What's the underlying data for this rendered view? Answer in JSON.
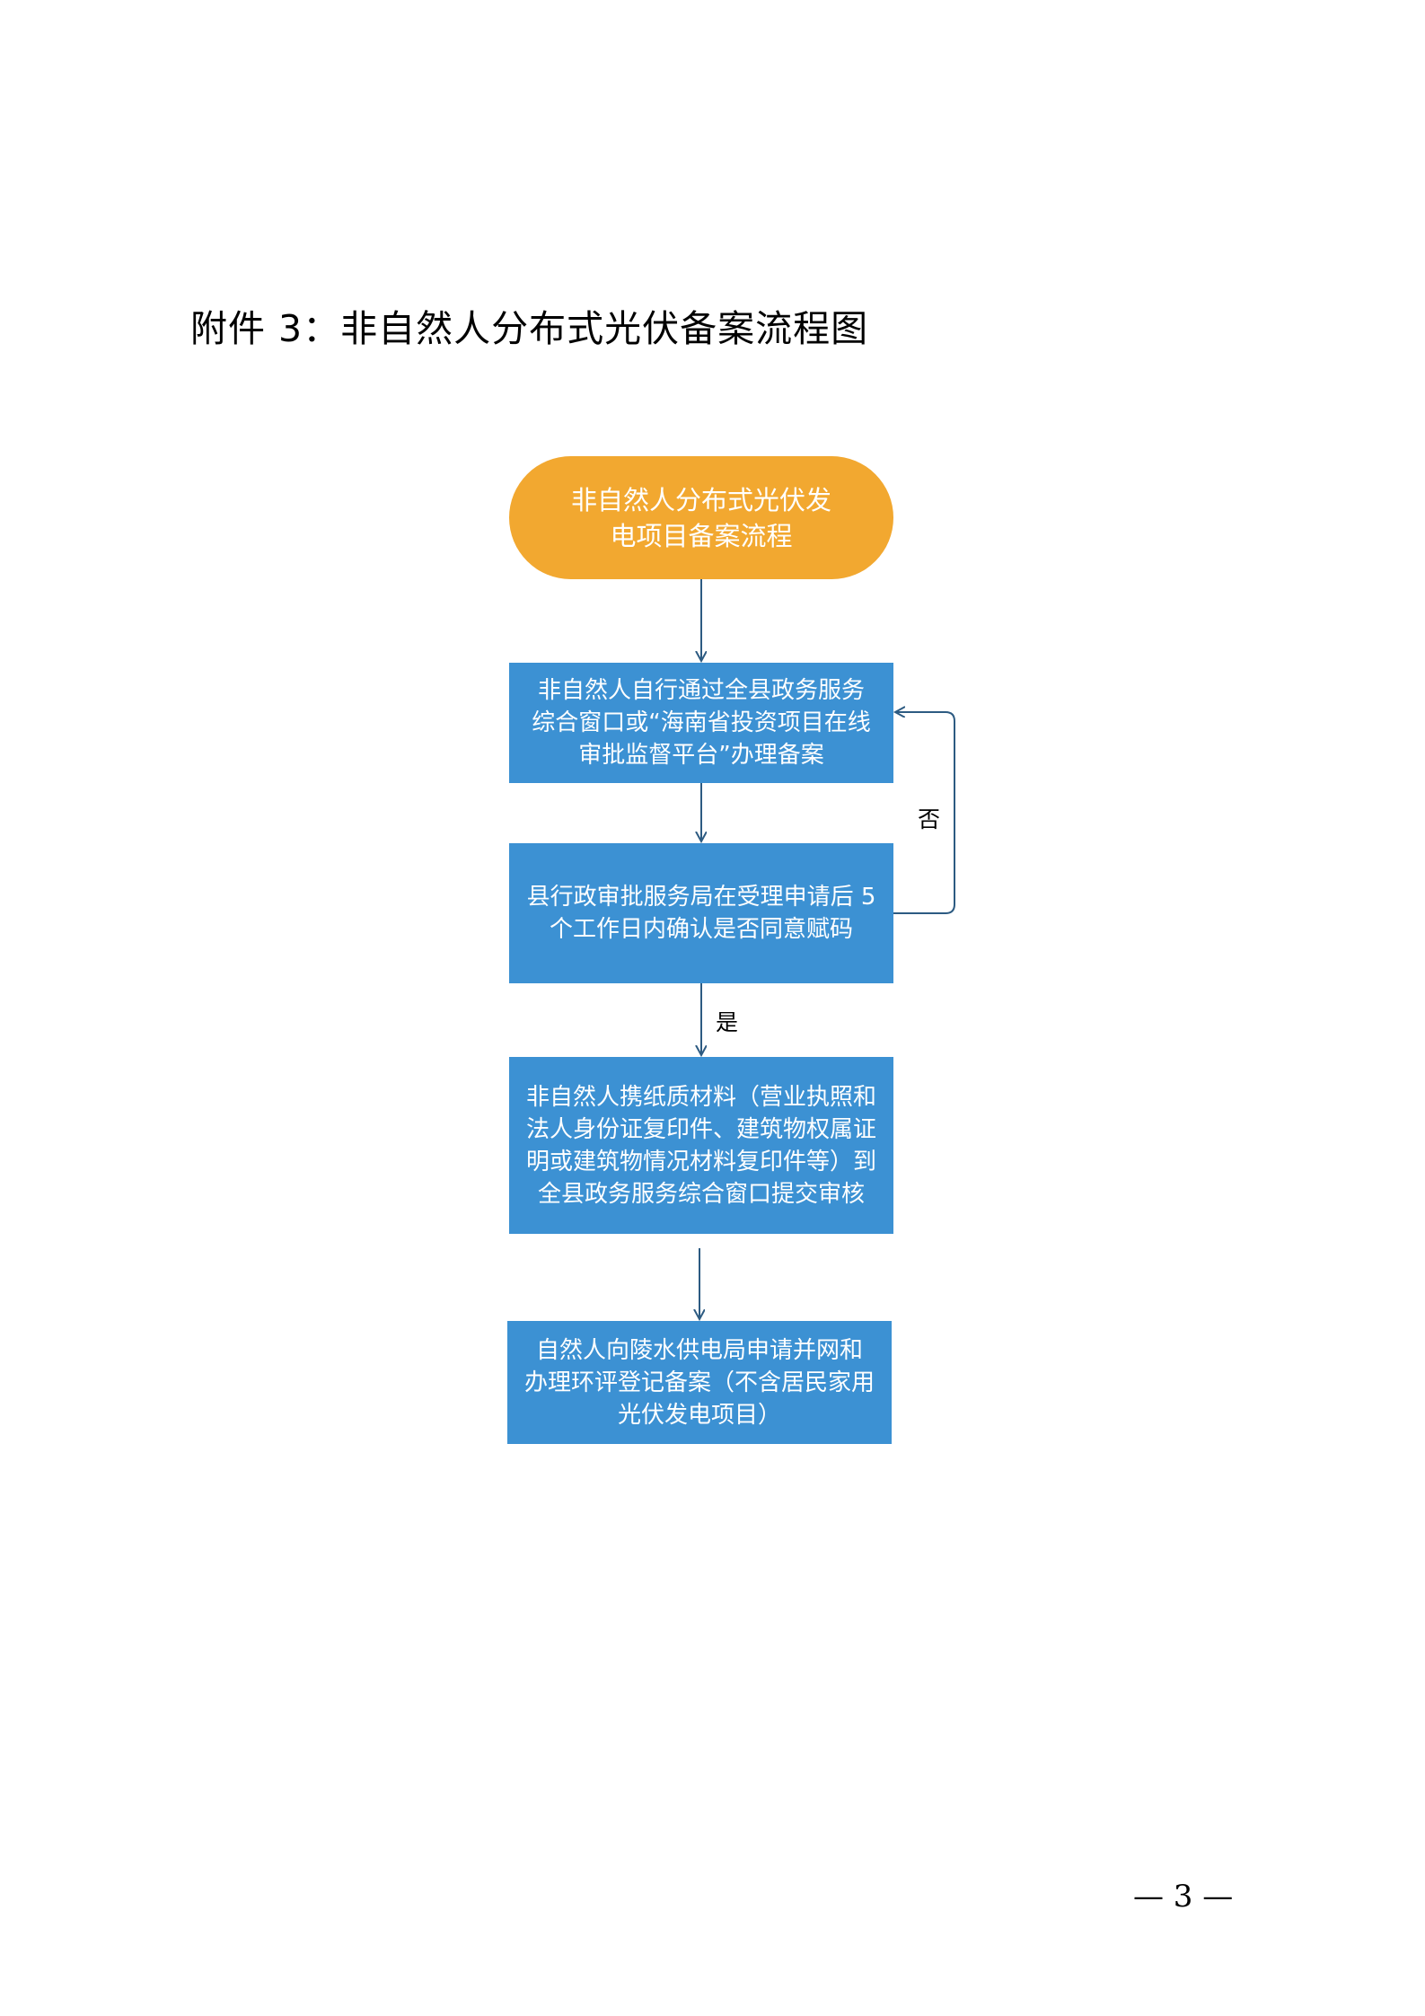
{
  "page": {
    "title": "附件 3：非自然人分布式光伏备案流程图",
    "page_number": "— 3 —"
  },
  "flowchart": {
    "start": "非自然人分布式光伏发\n电项目备案流程",
    "steps": [
      "非自然人自行通过全县政务服务\n综合窗口或“海南省投资项目在线\n审批监督平台”办理备案",
      "县行政审批服务局在受理申请后 5\n个工作日内确认是否同意赋码",
      "非自然人携纸质材料（营业执照和\n法人身份证复印件、建筑物权属证\n明或建筑物情况材料复印件等）到\n全县政务服务综合窗口提交审核",
      "自然人向陵水供电局申请并网和\n办理环评登记备案（不含居民家用\n光伏发电项目）"
    ],
    "labels": {
      "no": "否",
      "yes": "是"
    }
  },
  "colors": {
    "start_fill": "#f2a830",
    "step_fill": "#3c91d3",
    "connector": "#2d5b82"
  }
}
